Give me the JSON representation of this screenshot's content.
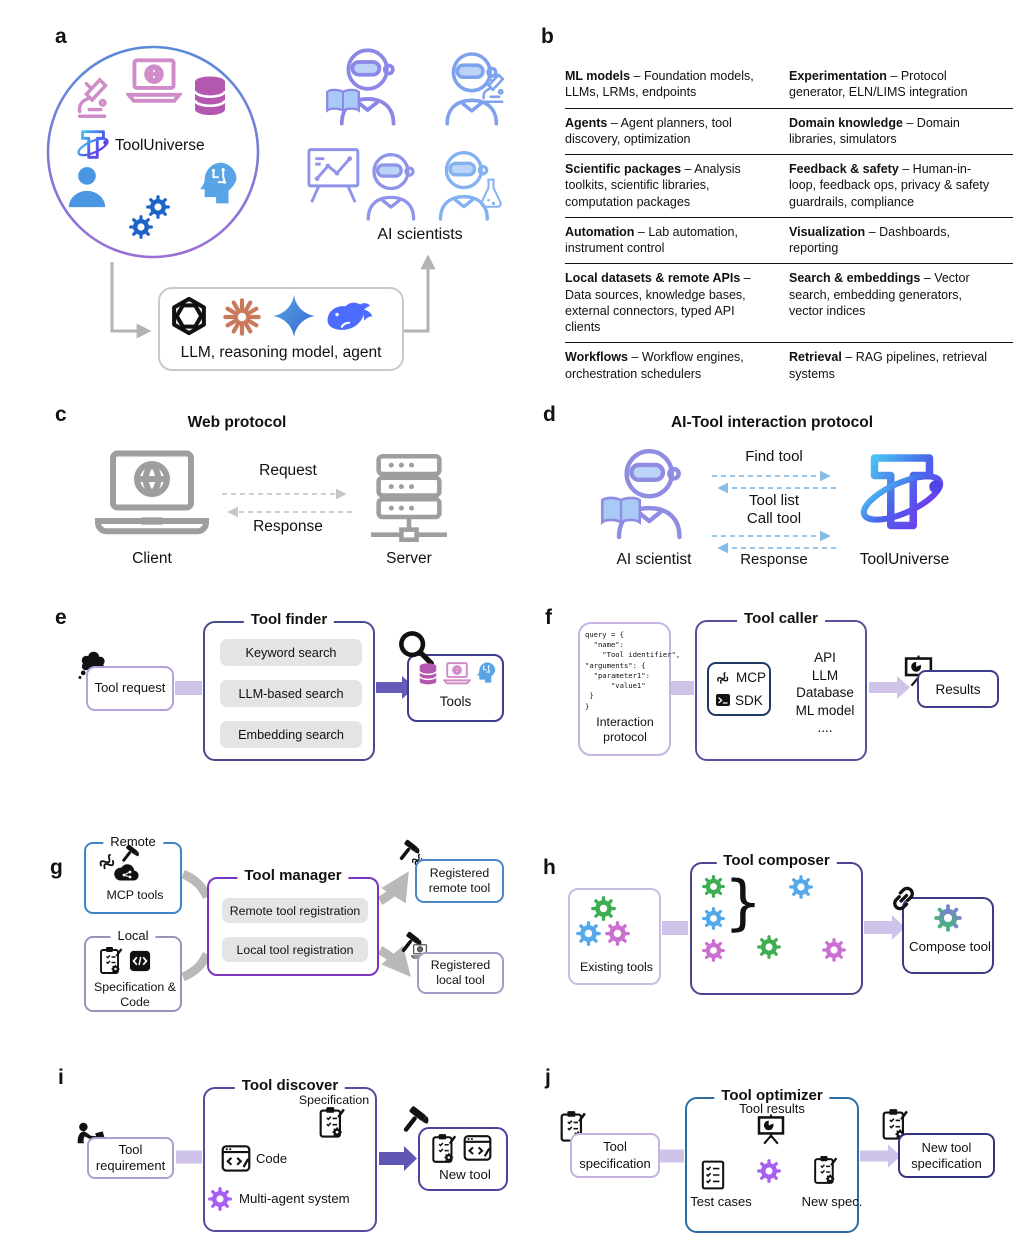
{
  "a": {
    "label": "a",
    "tooluniverse": "ToolUniverse",
    "ai_scientists": "AI scientists",
    "llm_caption": "LLM, reasoning model, agent"
  },
  "b": {
    "label": "b",
    "rows": [
      {
        "lb": "ML models",
        "lr": " – Foundation models, LLMs, LRMs, endpoints",
        "rb": "Experimentation",
        "rr": " – Protocol generator, ELN/LIMS integration"
      },
      {
        "lb": "Agents",
        "lr": " – Agent planners, tool discovery, optimization",
        "rb": "Domain knowledge",
        "rr": " – Domain libraries, simulators"
      },
      {
        "lb": "Scientific packages",
        "lr": " – Analysis toolkits, scientific libraries, computation packages",
        "rb": "Feedback & safety",
        "rr": " – Human-in-loop, feedback ops, privacy & safety guardrails, compliance"
      },
      {
        "lb": "Automation",
        "lr": " – Lab automation, instrument control",
        "rb": "Visualization",
        "rr": " – Dashboards, reporting"
      },
      {
        "lb": "Local datasets & remote APIs",
        "lr": " – Data sources, knowledge bases, external connectors, typed API clients",
        "rb": "Search & embeddings",
        "rr": " – Vector search, embedding generators, vector indices"
      },
      {
        "lb": "Workflows",
        "lr": " – Workflow engines, orchestration schedulers",
        "rb": "Retrieval",
        "rr": " – RAG pipelines, retrieval systems"
      }
    ]
  },
  "c": {
    "label": "c",
    "title": "Web protocol",
    "client": "Client",
    "server": "Server",
    "request": "Request",
    "response": "Response"
  },
  "d": {
    "label": "d",
    "title": "AI-Tool interaction protocol",
    "ai_scientist": "AI scientist",
    "tooluniverse": "ToolUniverse",
    "msgs": [
      "Find tool",
      "Tool list",
      "Call tool",
      "Response"
    ]
  },
  "e": {
    "label": "e",
    "title": "Tool finder",
    "request": "Tool request",
    "searches": [
      "Keyword search",
      "LLM-based search",
      "Embedding search"
    ],
    "tools": "Tools"
  },
  "f": {
    "label": "f",
    "title": "Tool caller",
    "code": [
      "query = {",
      "  \"name\":",
      "    \"Tool identifier\",",
      "\"arguments\": {",
      "  \"parameter1\":",
      "      \"value1\"",
      " }",
      "}"
    ],
    "protocol": "Interaction protocol",
    "mcp": "MCP",
    "sdk": "SDK",
    "targets": [
      "API",
      "LLM",
      "Database",
      "ML model",
      "...."
    ],
    "results": "Results"
  },
  "g": {
    "label": "g",
    "title": "Tool manager",
    "remote": "Remote",
    "mcp_tools": "MCP tools",
    "local": "Local",
    "spec_code": "Specification & Code",
    "btn_remote": "Remote tool registration",
    "btn_local": "Local tool registration",
    "reg_remote": "Registered remote tool",
    "reg_local": "Registered local tool"
  },
  "h": {
    "label": "h",
    "title": "Tool composer",
    "existing": "Existing tools",
    "brace": "}",
    "compose": "Compose tool"
  },
  "i": {
    "label": "i",
    "title": "Tool discover",
    "requirement": "Tool requirement",
    "specification": "Specification",
    "code": "Code",
    "mas": "Multi-agent system",
    "new_tool": "New tool"
  },
  "j": {
    "label": "j",
    "title": "Tool optimizer",
    "spec": "Tool specification",
    "tool_results": "Tool results",
    "test_cases": "Test cases",
    "new_spec": "New spec.",
    "new_tool_spec": "New tool specification"
  },
  "icons": {
    "microscope-icon": "pink microscope",
    "laptop-globe-icon": "pink laptop with globe",
    "database-icon": "magenta database cylinder",
    "tooluniverse-logo": "gradient T with orbit",
    "person-icon": "blue person",
    "gears-icon": "blue gears",
    "ai-head-icon": "blue head with circuit",
    "robot-scientist-icon": "robot scientist outline",
    "openai-logo": "black knot",
    "claude-logo": "orange starburst",
    "gemini-logo": "blue four-point star",
    "deepseek-logo": "blue whale",
    "client-laptop-icon": "gray laptop",
    "server-icon": "gray server rack",
    "magnifier-icon": "search magnifier",
    "thought-cloud-icon": "black thought cloud",
    "mcp-icon": "MCP squiggle",
    "sdk-terminal-icon": "terminal window",
    "presentation-icon": "board with pie chart",
    "hammer-icon": "hammer",
    "cloud-share-icon": "cloud with share nodes",
    "clipboard-spec-icon": "clipboard with checks and gear",
    "code-window-icon": "code window with pencil",
    "link-icon": "chain link",
    "checklist-icon": "test checklist",
    "person-desk-icon": "person at desk",
    "gear-icon": "gear"
  },
  "colors": {
    "purple_border": "#7b35c1",
    "navy_border": "#3d3d8a",
    "blue_border": "#3d85c6",
    "steel_border": "#2e6da4",
    "lavender_arrow": "#cfc3ea",
    "dark_purple_arrow": "#665cb8",
    "gray_arrow": "#b9b9b9",
    "gear_green": "#3fae52",
    "gear_blue": "#54a9ea",
    "gear_magenta": "#cb6fd1",
    "gear_purple": "#a55ef0",
    "claude_orange": "#c97a5b",
    "deepseek_blue": "#4d6bfe",
    "icon_pink": "#cf8cc9",
    "icon_magenta": "#b457ae",
    "icon_blue": "#4b96e3",
    "icon_darkblue": "#1d64c8"
  }
}
